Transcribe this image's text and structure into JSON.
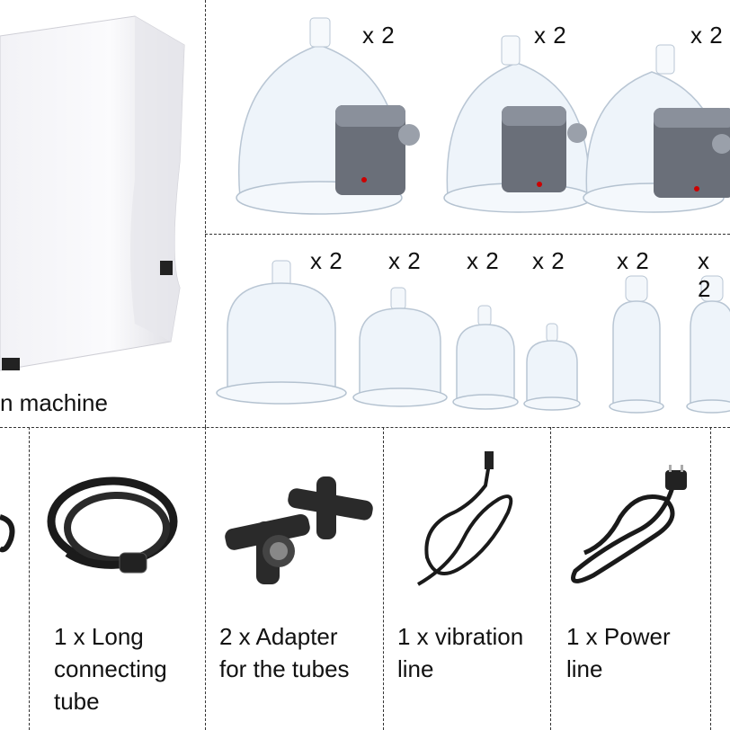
{
  "machine": {
    "label": "n machine"
  },
  "large_cups": [
    {
      "qty": "x 2"
    },
    {
      "qty": "x 2"
    },
    {
      "qty": "x 2"
    }
  ],
  "small_cups": [
    {
      "qty": "x 2"
    },
    {
      "qty": "x 2"
    },
    {
      "qty": "x 2"
    },
    {
      "qty": "x 2"
    },
    {
      "qty": "x 2"
    },
    {
      "qty": "x 2"
    }
  ],
  "accessories": [
    {
      "lines": [
        "1 x Long",
        "connecting",
        "tube"
      ]
    },
    {
      "lines": [
        "2 x Adapter",
        "for the tubes"
      ]
    },
    {
      "lines": [
        "1 x vibration",
        "line"
      ]
    },
    {
      "lines": [
        "1 x Power",
        "line"
      ]
    }
  ]
}
